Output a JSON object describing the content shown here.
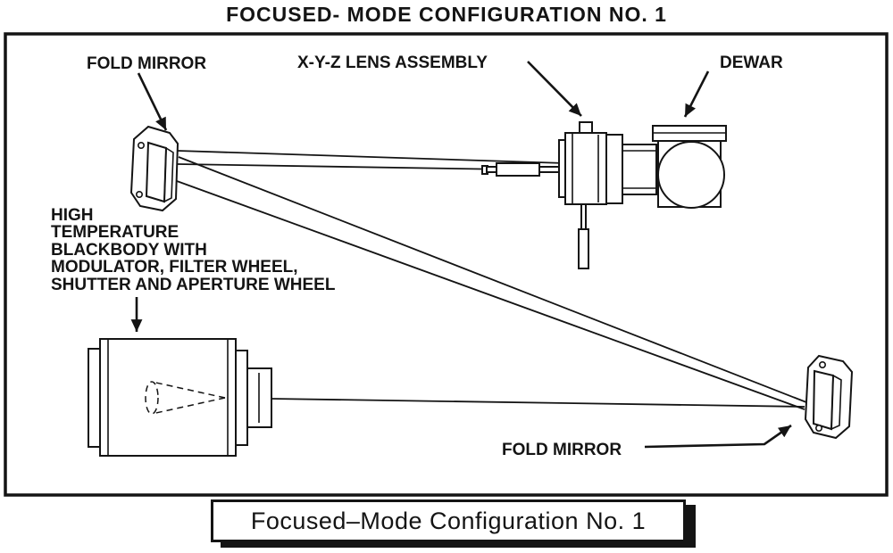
{
  "title": "FOCUSED- MODE CONFIGURATION NO. 1",
  "diagram": {
    "labels": {
      "fold_mirror_top": "FOLD MIRROR",
      "xyz_lens_assembly": "X-Y-Z LENS ASSEMBLY",
      "dewar": "DEWAR",
      "blackbody_lines": [
        "HIGH",
        "TEMPERATURE",
        "BLACKBODY WITH",
        "MODULATOR, FILTER WHEEL,",
        "SHUTTER AND APERTURE WHEEL"
      ],
      "fold_mirror_bottom": "FOLD MIRROR"
    }
  },
  "caption": "Focused–Mode Configuration No. 1",
  "colors": {
    "ink": "#141414",
    "background": "#ffffff"
  }
}
